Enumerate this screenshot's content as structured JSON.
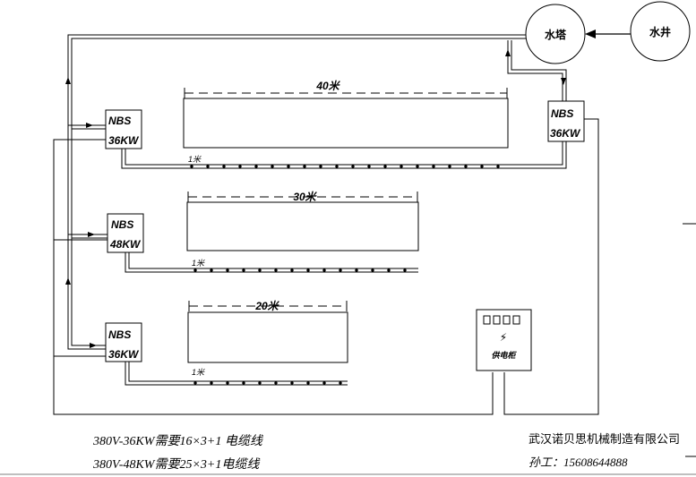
{
  "diagram": {
    "tower_label": "水塔",
    "well_label": "水井",
    "units": [
      {
        "name": "NBS",
        "power": "36KW"
      },
      {
        "name": "NBS",
        "power": "48KW"
      },
      {
        "name": "NBS",
        "power": "36KW"
      },
      {
        "name": "NBS",
        "power": "36KW"
      }
    ],
    "tanks": [
      {
        "length_label": "40米",
        "spacing_label": "1米"
      },
      {
        "length_label": "30米",
        "spacing_label": "1米"
      },
      {
        "length_label": "20米",
        "spacing_label": "1米"
      }
    ],
    "panel_label": "供电柜",
    "lightning_symbol": "⚡"
  },
  "notes": [
    "380V-36KW需要16×3+1 电缆线",
    "380V-48KW需要25×3+1电缆线"
  ],
  "company": {
    "name": "武汉诺贝思机械制造有限公司",
    "contact": "孙工：15608644888"
  }
}
